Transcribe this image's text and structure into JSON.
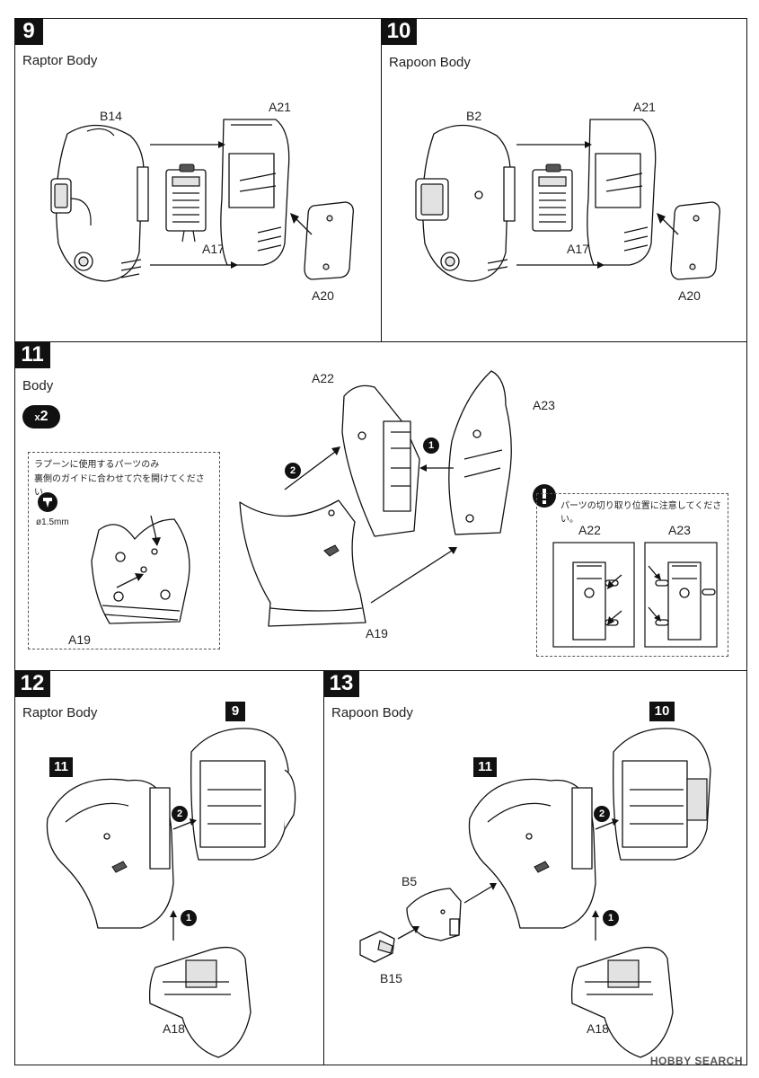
{
  "steps": [
    {
      "num": "9",
      "title": "Raptor Body",
      "parts": {
        "head": "B14",
        "frame": "A21",
        "engine": "A17",
        "plate": "A20"
      }
    },
    {
      "num": "10",
      "title": "Rapoon Body",
      "parts": {
        "head": "B2",
        "frame": "A21",
        "engine": "A17",
        "plate": "A20"
      }
    },
    {
      "num": "11",
      "title": "Body",
      "multiplier": "2",
      "parts": {
        "left": "A22",
        "right": "A23",
        "base": "A19"
      },
      "note_lines": [
        "ラプーンに使用するパーツのみ",
        "裏側のガイドに合わせて穴を開けてください。"
      ],
      "drill_size": "ø1.5mm",
      "inset_part": "A19",
      "warning": "パーツの切り取り位置に注意してください。",
      "warning_parts": [
        "A22",
        "A23"
      ],
      "order": [
        "1",
        "2"
      ]
    },
    {
      "num": "12",
      "title": "Raptor Body",
      "refs": [
        "11",
        "9"
      ],
      "parts": {
        "bottom": "A18"
      },
      "order": [
        "1",
        "2"
      ]
    },
    {
      "num": "13",
      "title": "Rapoon Body",
      "refs": [
        "11",
        "10"
      ],
      "parts": {
        "hatch": "B5",
        "knob": "B15",
        "bottom": "A18"
      },
      "order": [
        "1",
        "2"
      ]
    }
  ],
  "watermark": "HOBBY SEARCH"
}
